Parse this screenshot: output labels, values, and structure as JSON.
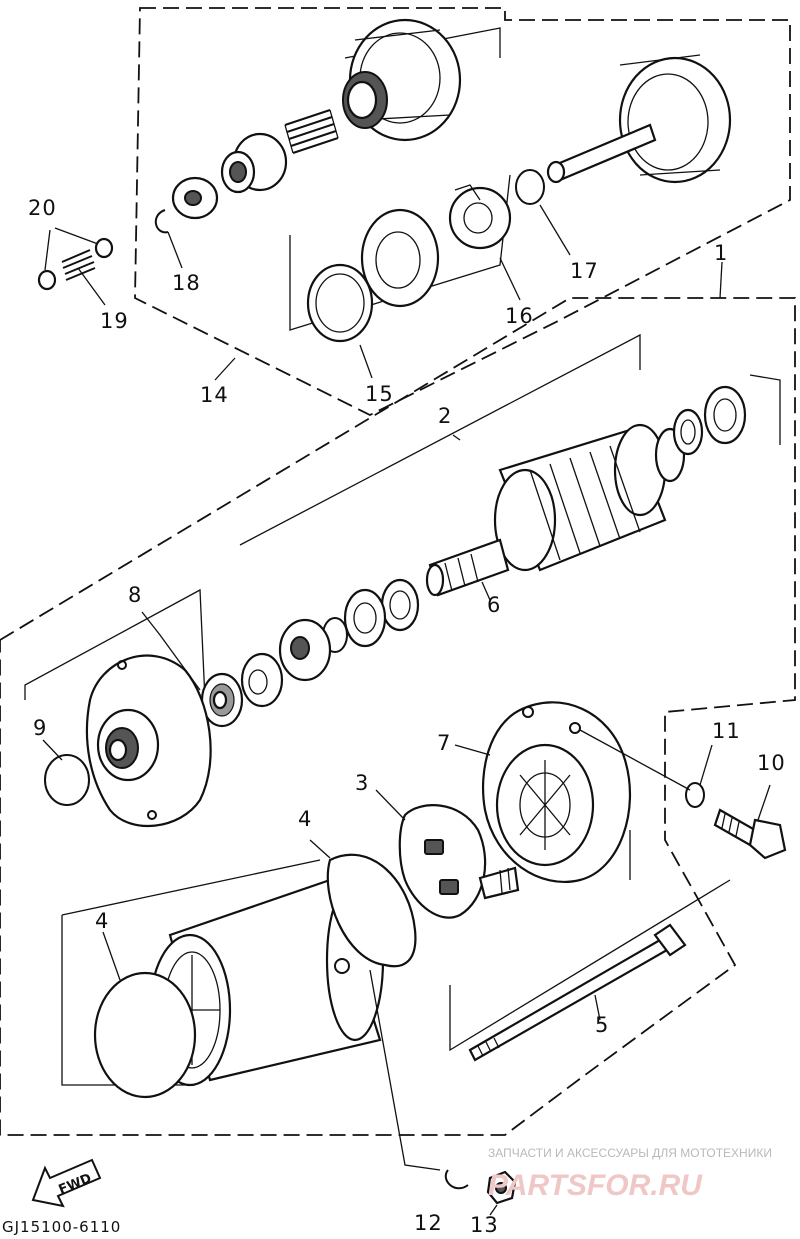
{
  "diagram": {
    "code": "GJ15100-6110",
    "direction_label": "FWD",
    "watermark": {
      "caption": "ЗАПЧАСТИ И АКСЕССУАРЫ ДЛЯ МОТОТЕХНИКИ",
      "logo": "PARTSFOR.RU"
    },
    "callouts": [
      {
        "id": "1",
        "label": "1"
      },
      {
        "id": "2",
        "label": "2"
      },
      {
        "id": "3",
        "label": "3"
      },
      {
        "id": "4a",
        "label": "4"
      },
      {
        "id": "4b",
        "label": "4"
      },
      {
        "id": "5",
        "label": "5"
      },
      {
        "id": "6",
        "label": "6"
      },
      {
        "id": "7",
        "label": "7"
      },
      {
        "id": "8",
        "label": "8"
      },
      {
        "id": "9",
        "label": "9"
      },
      {
        "id": "10",
        "label": "10"
      },
      {
        "id": "11",
        "label": "11"
      },
      {
        "id": "12",
        "label": "12"
      },
      {
        "id": "13",
        "label": "13"
      },
      {
        "id": "14",
        "label": "14"
      },
      {
        "id": "15",
        "label": "15"
      },
      {
        "id": "16",
        "label": "16"
      },
      {
        "id": "17",
        "label": "17"
      },
      {
        "id": "18",
        "label": "18"
      },
      {
        "id": "19",
        "label": "19"
      },
      {
        "id": "20",
        "label": "20"
      }
    ]
  }
}
